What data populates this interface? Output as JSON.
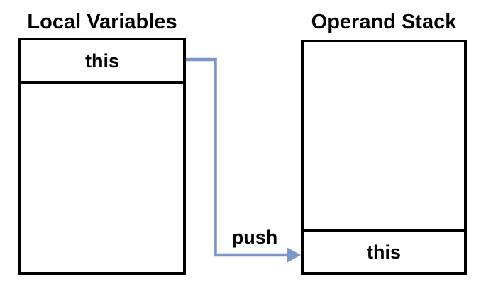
{
  "colors": {
    "background": "#ffffff",
    "box_border": "#000000",
    "text": "#000000",
    "arrow": "#7b96c7"
  },
  "local_variables": {
    "title": "Local Variables",
    "top_slot": "this"
  },
  "operand_stack": {
    "title": "Operand Stack",
    "bottom_slot": "this"
  },
  "arrow": {
    "label": "push"
  }
}
